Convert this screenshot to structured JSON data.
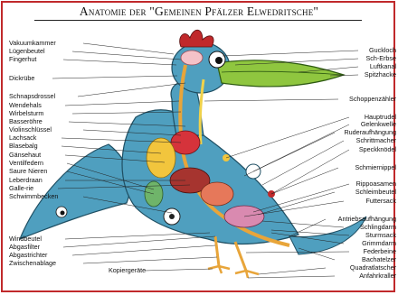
{
  "title": "Anatomie der \"Gemeinen Pfälzer Elwedritsche\"",
  "labels_left": [
    "Vakuumkammer",
    "Lügenbeutel",
    "Fingerhut",
    "Dickrübe",
    "Schnapsdrossel",
    "Wendehals",
    "Wirbelsturm",
    "Basseröhre",
    "Violinschlüssel",
    "Lachsack",
    "Blasebalg",
    "Gänsehaut",
    "Ventilfedern",
    "Saure Nieren",
    "Leberdraan",
    "Galle-rie",
    "Schwimmbecken",
    "Windbeutel",
    "Abgasfilter",
    "Abgastrichter",
    "Zwischenablage",
    "Kopiergeräte"
  ],
  "labels_right": [
    "Guckloch",
    "Sch-Erbse",
    "Luftkanal",
    "Spitzhacke",
    "Schoppenzähler",
    "Hauptrudel",
    "Gelenkwelle",
    "Ruderaufhängung",
    "Schrittmacher",
    "Speckknödel",
    "Schmiernippel",
    "Rippoasamen",
    "Schleimbeutel",
    "Futtersack",
    "Antriebsaufhängung",
    "Schlingdarm",
    "Sturmsack",
    "Grimmdarm",
    "Federbeine",
    "Bachatelzer",
    "Quadratlatscher",
    "Anfahrkraller"
  ],
  "colors": {
    "frame": "#c0292b",
    "body": "#4f9fbf",
    "beak": "#8fc63f",
    "spine": "#e8a53a"
  }
}
